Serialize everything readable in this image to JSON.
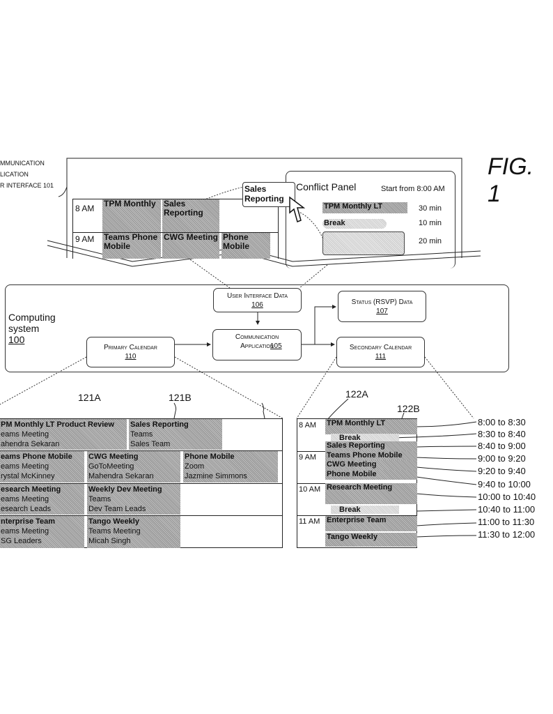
{
  "figure_label": "FIG. 1",
  "ui_label": [
    "MMUNICATION",
    "LICATION",
    "R INTERFACE 101"
  ],
  "ui": {
    "calendar": {
      "rows": [
        {
          "time": "8 AM",
          "events": [
            "TPM Monthly",
            "Sales Reporting"
          ]
        },
        {
          "time": "9 AM",
          "events": [
            "Teams Phone Mobile",
            "CWG Meeting",
            "Phone Mobile"
          ]
        }
      ]
    },
    "drag_popup": "Sales Reporting",
    "conflict_panel": {
      "title": "Conflict Panel",
      "start": "Start from 8:00 AM",
      "items": [
        {
          "label": "TPM Monthly LT",
          "duration": "30 min"
        },
        {
          "label": "Break",
          "duration": "10 min"
        },
        {
          "label": "",
          "duration": "20 min"
        }
      ]
    }
  },
  "system": {
    "label": "Computing system",
    "ref": "100",
    "ui_data": {
      "label": "User Interface Data",
      "ref": "106"
    },
    "status": {
      "label": "Status (RSVP) Data",
      "ref": "107"
    },
    "primary": {
      "label": "Primary Calendar",
      "ref": "110"
    },
    "app": {
      "label": "Communication Application",
      "ref": "105"
    },
    "secondary": {
      "label": "Secondary Calendar",
      "ref": "111"
    }
  },
  "primary_calendar": {
    "refs": [
      "121A",
      "121B"
    ],
    "events": [
      [
        "PM Monthly LT Product Review",
        "eams Meeting",
        "ahendra Sekaran"
      ],
      [
        "Sales Reporting",
        "Teams",
        "Sales Team"
      ],
      [
        "eams Phone Mobile",
        "eams Meeting",
        "rystal McKinney"
      ],
      [
        "CWG Meeting",
        "GoToMeeting",
        "Mahendra Sekaran"
      ],
      [
        "Phone Mobile",
        "Zoom",
        "Jazmine Simmons"
      ],
      [
        "esearch Meeting",
        "eams Meeting",
        "esearch Leads"
      ],
      [
        "Weekly Dev Meeting",
        "Teams",
        "Dev Team Leads"
      ],
      [
        "nterprise Team",
        "eams Meeting",
        "SG Leaders"
      ],
      [
        "Tango Weekly",
        "Teams Meeting",
        "Micah Singh"
      ]
    ]
  },
  "secondary_calendar": {
    "refs": [
      "122A",
      "122B"
    ],
    "hours": [
      "8 AM",
      "9 AM",
      "10 AM",
      "11 AM"
    ],
    "events": [
      {
        "label": "TPM Monthly LT",
        "range": "8:00 to 8:30"
      },
      {
        "label": "Break",
        "range": "8:30 to 8:40"
      },
      {
        "label": "Sales Reporting",
        "range": "8:40 to 9:00"
      },
      {
        "label": "Teams Phone Mobile",
        "range": "9:00 to 9:20"
      },
      {
        "label": "CWG Meeting",
        "range": "9:20 to 9:40"
      },
      {
        "label": "Phone Mobile",
        "range": "9:40 to 10:00"
      },
      {
        "label": "Research Meeting",
        "range": "10:00 to 10:40"
      },
      {
        "label": "Break",
        "range": "10:40 to 11:00"
      },
      {
        "label": "Enterprise Team",
        "range": "11:00 to 11:30"
      },
      {
        "label": "Tango Weekly",
        "range": "11:30 to 12:00"
      }
    ]
  }
}
